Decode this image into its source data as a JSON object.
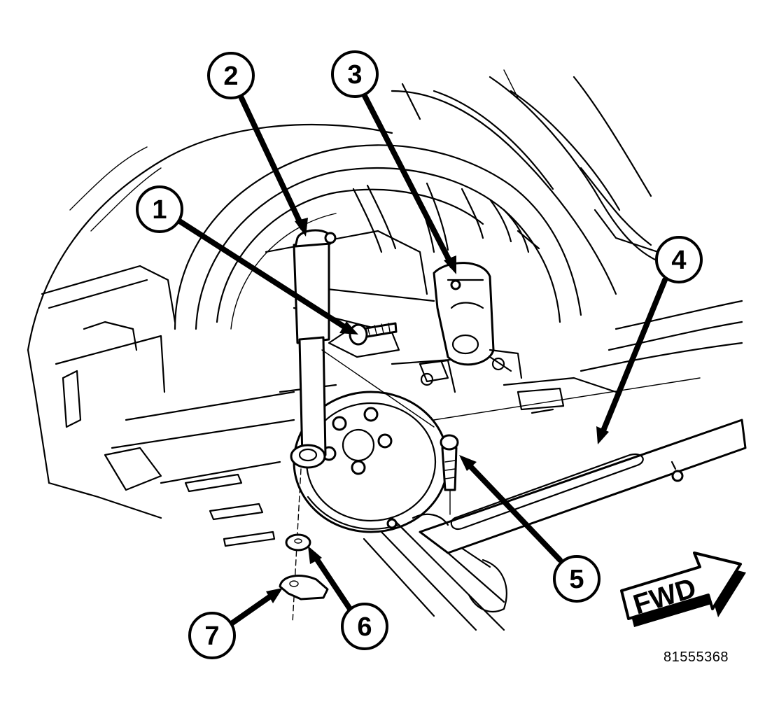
{
  "figure_number": "81555368",
  "direction_label": "FWD",
  "callouts": [
    {
      "label": "1"
    },
    {
      "label": "2"
    },
    {
      "label": "3"
    },
    {
      "label": "4"
    },
    {
      "label": "5"
    },
    {
      "label": "6"
    },
    {
      "label": "7"
    }
  ],
  "colors": {
    "line": "#000000",
    "background": "#ffffff"
  }
}
